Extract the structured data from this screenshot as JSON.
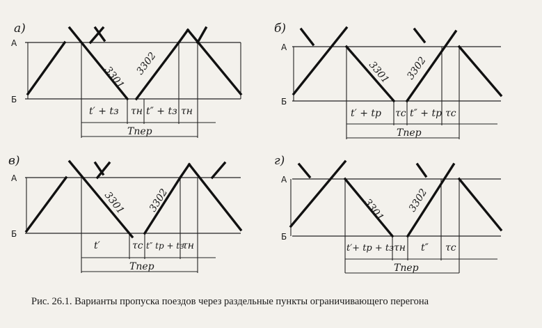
{
  "caption": "Рис. 26.1. Варианты пропуска поездов через раздельные пункты ограничивающего перегона",
  "station_top": "А",
  "station_bottom": "Б",
  "train_odd": "3301",
  "train_even": "3302",
  "panels": [
    {
      "label": "а)",
      "segments": [
        "t′ + tз",
        "τн",
        "t″ + tз",
        "τн"
      ],
      "period": "Tпер"
    },
    {
      "label": "б)",
      "segments": [
        "t′ + tр",
        "τс",
        "t″ + tр",
        "τс"
      ],
      "period": "Tпер"
    },
    {
      "label": "в)",
      "segments": [
        "t′",
        "τс",
        "t″ tр + tз",
        "τн"
      ],
      "period": "Tпер"
    },
    {
      "label": "г)",
      "segments": [
        "t′+ tр + tз",
        "τн",
        "t″",
        "τс"
      ],
      "period": "Tпер"
    }
  ]
}
